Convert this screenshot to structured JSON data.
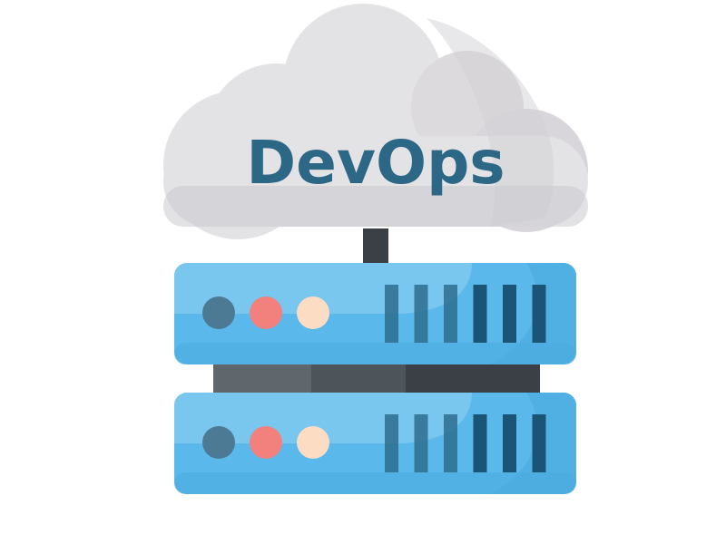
{
  "cloud": {
    "label": "DevOps",
    "label_color": "#2c6786",
    "fill_main": "#e3e2e5",
    "fill_shade": "#d2d0d4",
    "fill_base": "#cbc9cd"
  },
  "server": {
    "rack_color": "#5bb8ea",
    "rack_light": "#86ccf1",
    "rack_dark": "#4aa9dd",
    "connector_color": "#3a4045",
    "connector_mid": "#4d555b",
    "connector_light": "#5f676d",
    "units": [
      {
        "name": "rack-unit-top",
        "leds": [
          "#4c7993",
          "#f2807c",
          "#fcdcc3"
        ],
        "vents": 6
      },
      {
        "name": "rack-unit-bottom",
        "leds": [
          "#4c7993",
          "#f2807c",
          "#fcdcc3"
        ],
        "vents": 6
      }
    ],
    "vent_color": "#2e6d8e",
    "vent_dark": "#1a5577"
  }
}
